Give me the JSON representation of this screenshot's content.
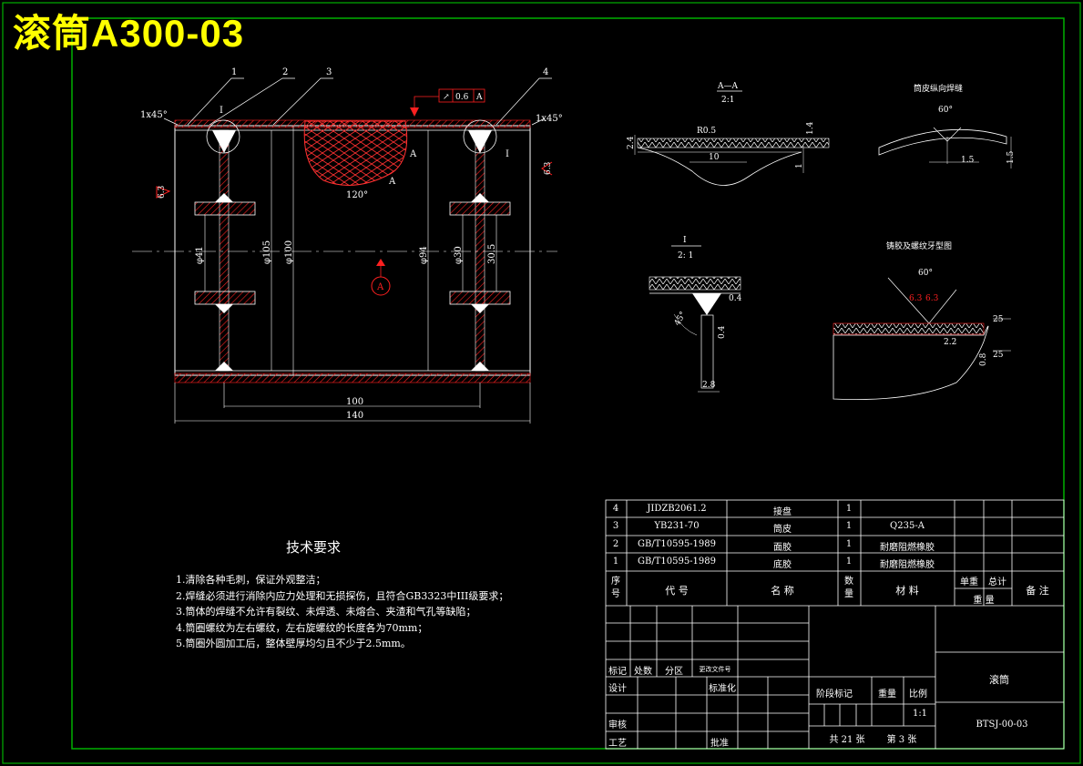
{
  "drawing": {
    "title": "滚筒A300-03",
    "border_color": "#00b000",
    "accent_color": "#ff2020",
    "title_color": "#ffff00"
  },
  "main_view": {
    "leaders": [
      "1",
      "2",
      "3",
      "4"
    ],
    "chamfer_left": "1x45°",
    "chamfer_right": "1x45°",
    "section_mark_left": "I",
    "section_mark_right": "I",
    "angle_120": "120°",
    "section_letter": "A",
    "tolerance_frame": [
      "↗",
      "0.6",
      "A"
    ],
    "datum": "A",
    "dims_vertical": [
      "φ41",
      "φ105",
      "φ100",
      "φ94",
      "φ30",
      "30.5"
    ],
    "dim_100": "100",
    "dim_140": "140",
    "roughness_left": "6.3",
    "roughness_right": "6.3"
  },
  "view_aa": {
    "title": "A—A",
    "scale": "2:1",
    "r": "R0.5",
    "d1": "2.4",
    "d2": "10",
    "d3": "1.4",
    "d4": "1"
  },
  "view_weld": {
    "title": "筒皮纵向焊缝",
    "angle": "60°",
    "d1": "1.5",
    "d2": "1.5"
  },
  "view_i": {
    "title": "I",
    "scale": "2: 1",
    "angle": "45°",
    "d1": "0.4",
    "d2": "0.4",
    "d3": "2.8"
  },
  "view_thread": {
    "title": "铸胶及螺纹牙型图",
    "angle": "60°",
    "r1": "6.3",
    "r2": "6.3",
    "d1": "2.2",
    "d2": "0.8",
    "v1": "25",
    "v2": "25"
  },
  "requirements": {
    "heading": "技术要求",
    "items": [
      "1.清除各种毛刺，保证外观整洁；",
      "2.焊缝必须进行消除内应力处理和无损探伤，且符合GB3323中III级要求；",
      "3.筒体的焊缝不允许有裂纹、未焊透、未熔合、夹渣和气孔等缺陷；",
      "4.筒圈螺纹为左右螺纹，左右旋螺纹的长度各为70mm；",
      "5.筒圈外圆加工后，整体壁厚均匀且不少于2.5mm。"
    ]
  },
  "bom": {
    "rows": [
      {
        "no": "4",
        "code": "JIDZB2061.2",
        "name": "接盘",
        "qty": "1",
        "material": "",
        "note": ""
      },
      {
        "no": "3",
        "code": "YB231-70",
        "name": "筒皮",
        "qty": "1",
        "material": "Q235-A",
        "note": ""
      },
      {
        "no": "2",
        "code": "GB/T10595-1989",
        "name": "面胶",
        "qty": "1",
        "material": "耐磨阻燃橡胶",
        "note": ""
      },
      {
        "no": "1",
        "code": "GB/T10595-1989",
        "name": "底胶",
        "qty": "1",
        "material": "耐磨阻燃橡胶",
        "note": ""
      }
    ],
    "header": {
      "no": "序号",
      "code": "代 号",
      "name": "名 称",
      "qty": "数量",
      "material": "材 料",
      "unit_weight": "单重",
      "total_weight": "总计",
      "weight": "重 量",
      "note": "备 注"
    }
  },
  "title_block": {
    "mark": "标记",
    "count": "处数",
    "zone": "分区",
    "doc": "更改文件号",
    "design": "设计",
    "standard": "标准化",
    "review": "审核",
    "process": "工艺",
    "approve": "批准",
    "stage": "阶段标记",
    "weight": "重量",
    "scale_label": "比例",
    "scale": "1:1",
    "sheets": "共 21 张",
    "sheet": "第 3 张",
    "part_name": "滚筒",
    "drawing_no": "BTSJ-00-03"
  }
}
